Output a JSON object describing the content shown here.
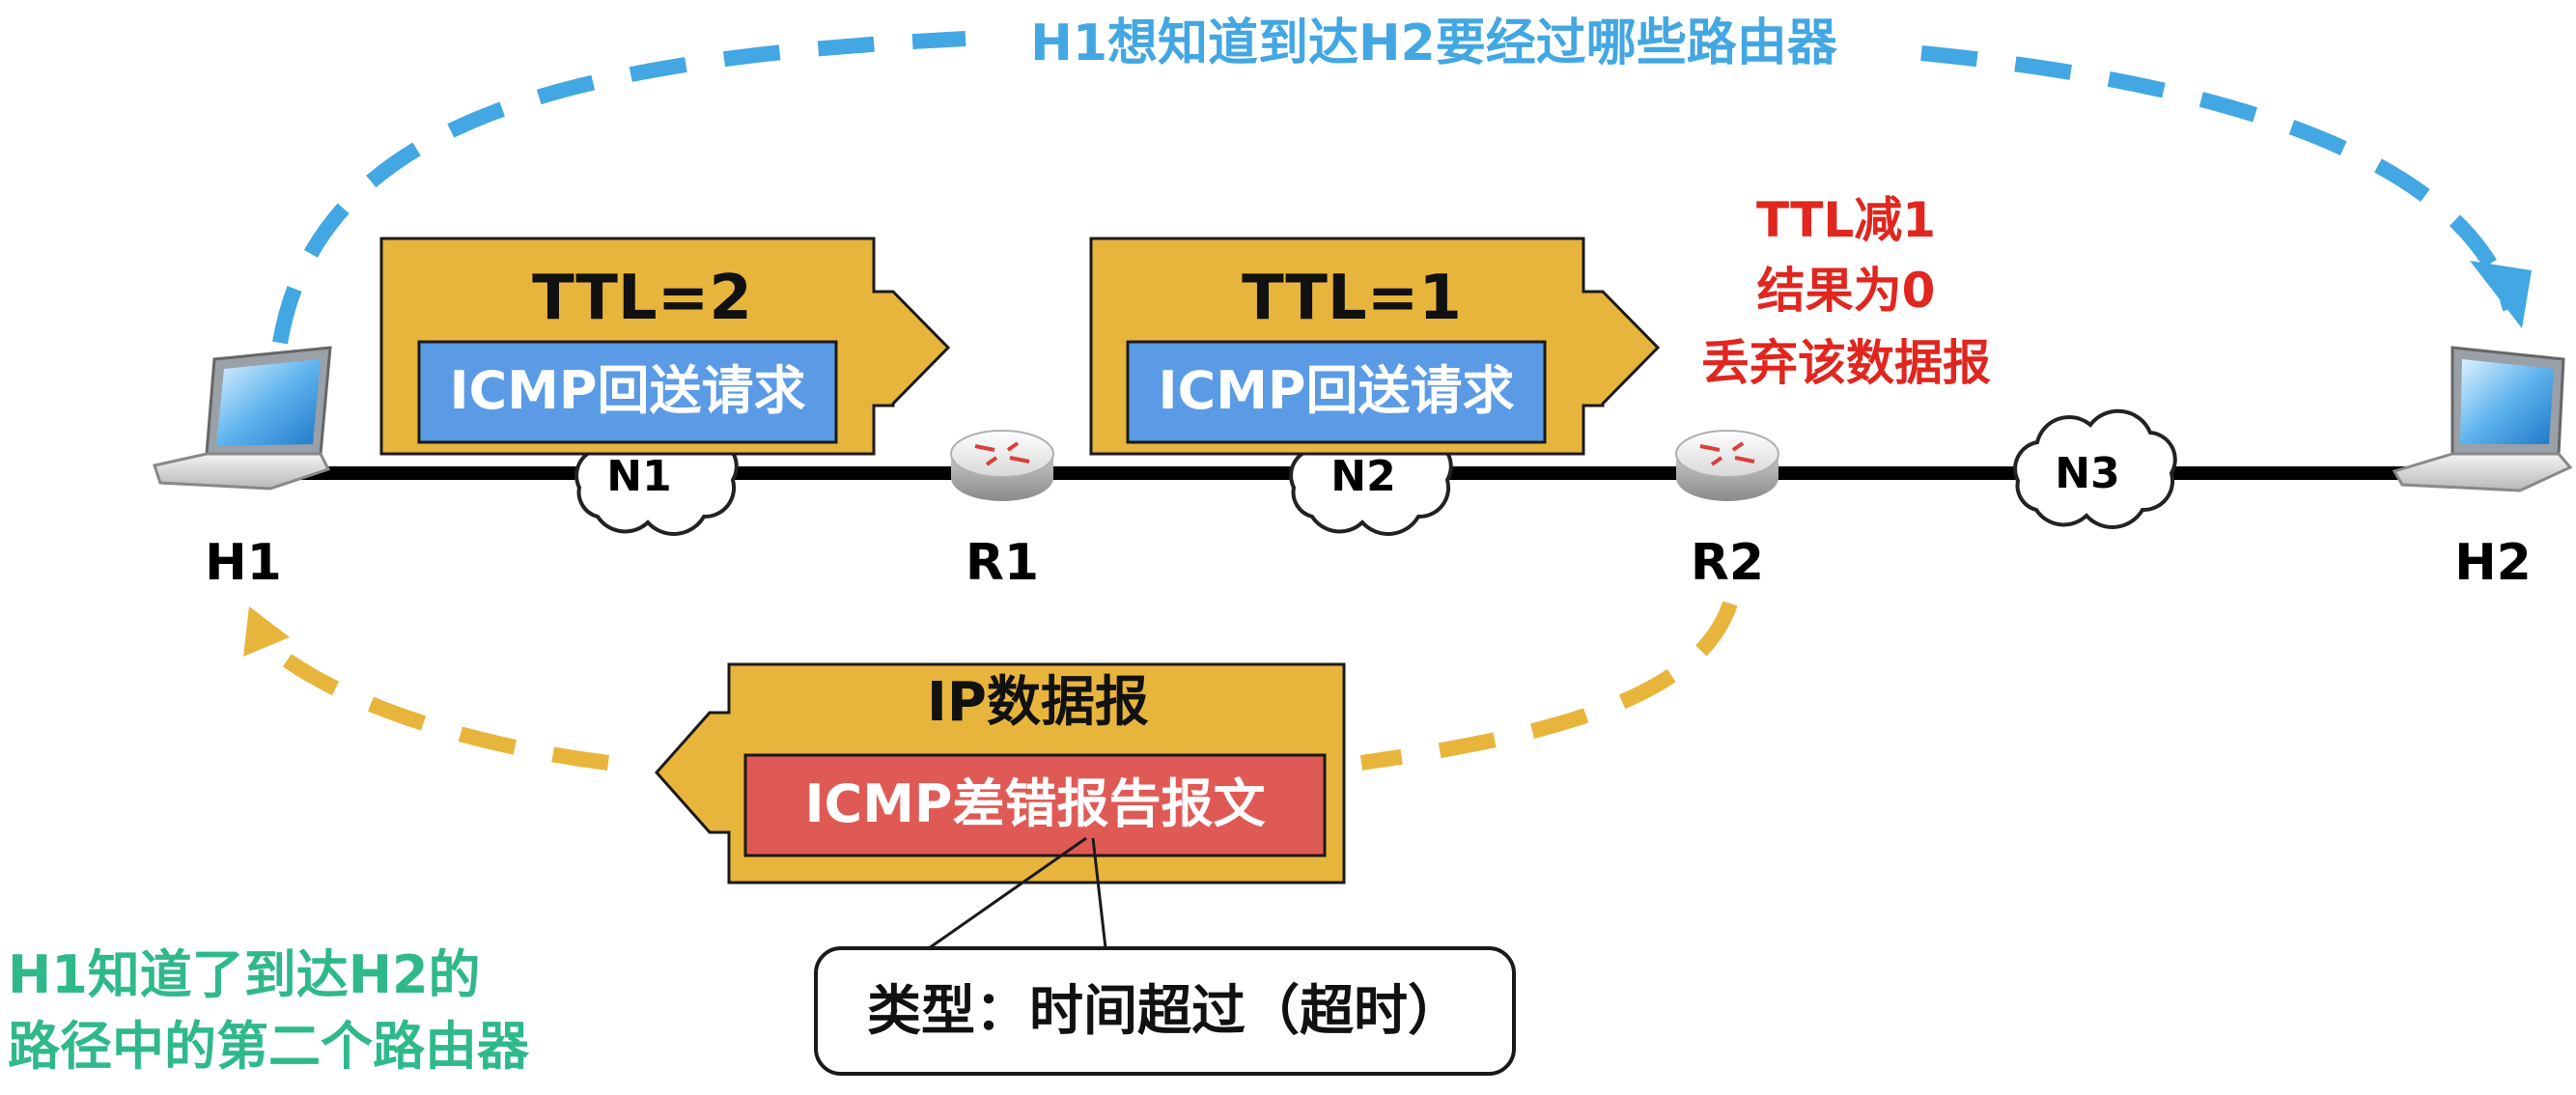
{
  "top_caption": "H1想知道到达H2要经过哪些路由器",
  "packets": [
    {
      "ttl_label": "TTL=2",
      "inner_label": "ICMP回送请求"
    },
    {
      "ttl_label": "TTL=1",
      "inner_label": "ICMP回送请求"
    }
  ],
  "ttl_note": [
    "TTL减1",
    "结果为0",
    "丢弃该数据报"
  ],
  "networks": [
    "N1",
    "N2",
    "N3"
  ],
  "hosts": {
    "h1": "H1",
    "h2": "H2"
  },
  "routers": {
    "r1": "R1",
    "r2": "R2"
  },
  "return_packet": {
    "outer_label": "IP数据报",
    "inner_label": "ICMP差错报告报文"
  },
  "type_callout": "类型：时间超过（超时）",
  "bottom_caption": [
    "H1知道了到达H2的",
    "路径中的第二个路由器"
  ],
  "colors": {
    "blue_dash": "#42a7e2",
    "gold_dash": "#e8b53c",
    "packet_gold": "#e8b53c",
    "packet_blue": "#5b9be6",
    "error_red": "#e05a55",
    "note_red": "#e0261f",
    "caption_green": "#2fb98a",
    "caption_blue": "#42a7e2"
  }
}
